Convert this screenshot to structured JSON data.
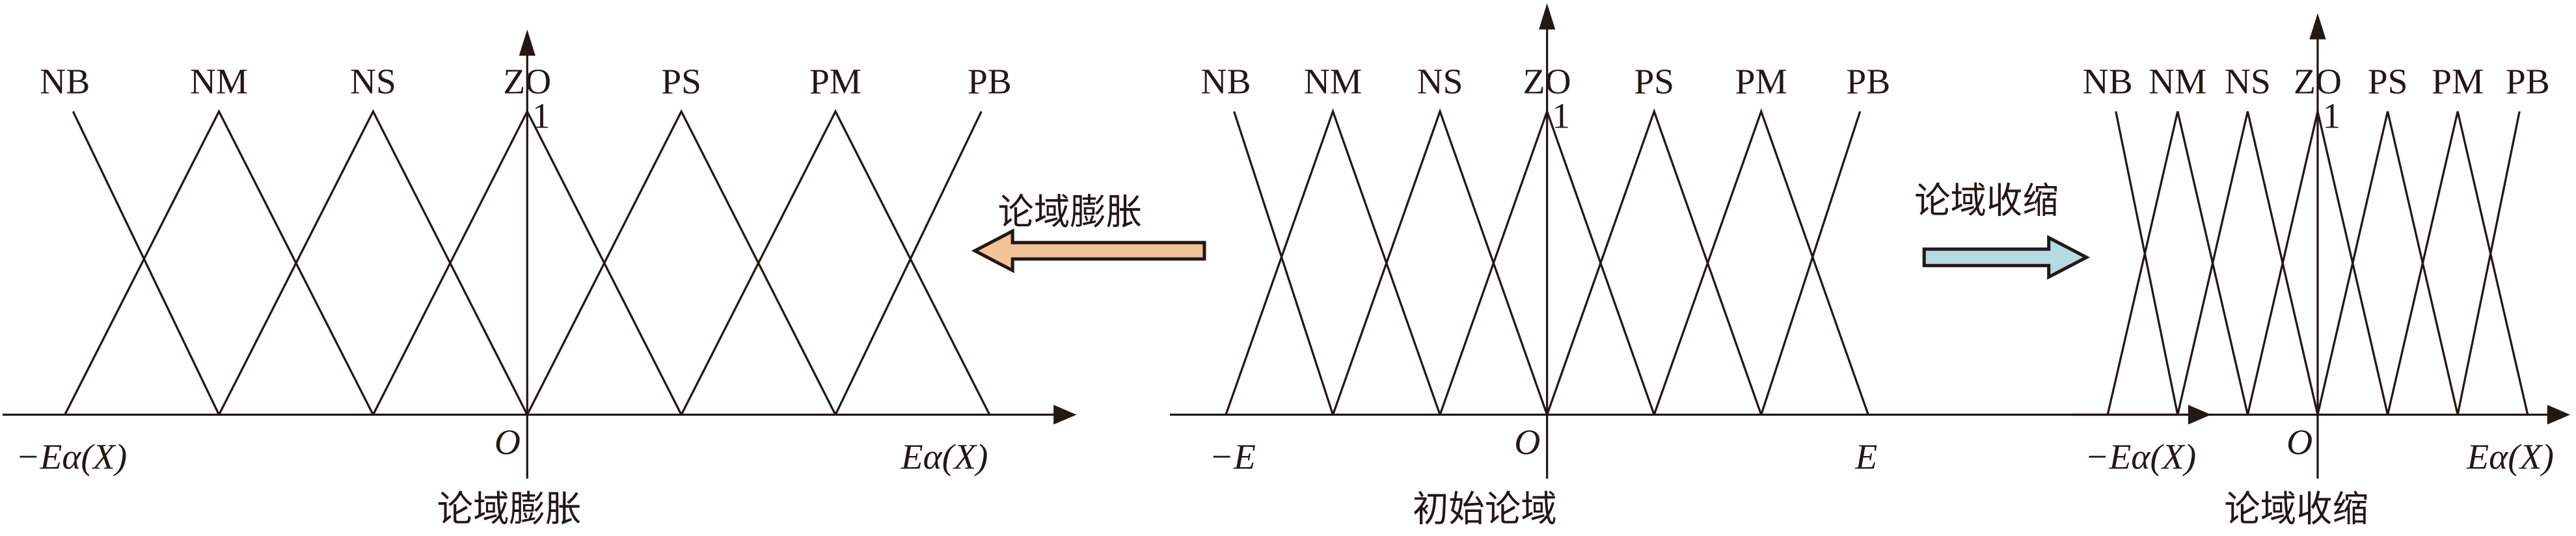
{
  "fuzzy_set_labels": [
    "NB",
    "NM",
    "NS",
    "ZO",
    "PS",
    "PM",
    "PB"
  ],
  "peak_value": "1",
  "origin_label": "O",
  "panels": {
    "expanded": {
      "left_label": "−Eα(X)",
      "right_label": "Eα(X)",
      "caption": "论域膨胀"
    },
    "initial": {
      "left_label": "−E",
      "right_label": "E",
      "caption": "初始论域"
    },
    "contracted": {
      "left_label": "−Eα(X)",
      "right_label": "Eα(X)",
      "caption": "论域收缩"
    }
  },
  "arrows": {
    "expand": {
      "label": "论域膨胀",
      "direction": "left",
      "color": "#F3C39A"
    },
    "contract": {
      "label": "论域收缩",
      "direction": "right",
      "color": "#B5DAE2"
    }
  }
}
